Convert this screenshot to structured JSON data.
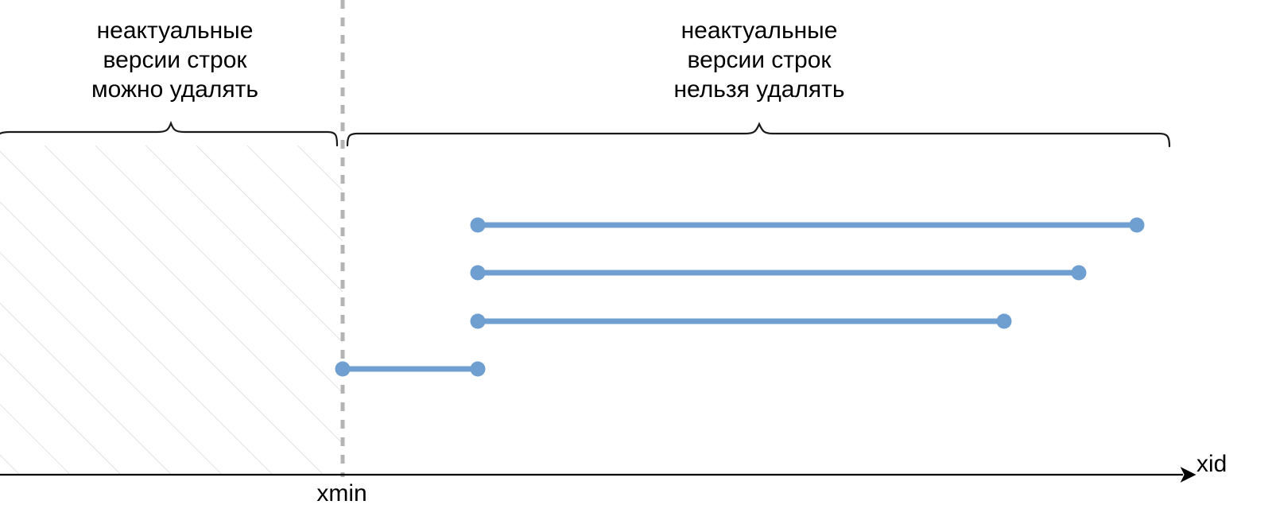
{
  "diagram": {
    "title_left": "неактуальные\nверсии строк\nможно удалять",
    "title_right": "неактуальные\nверсии строк\nнельзя удалять",
    "axis_label": "xid",
    "threshold_label": "xmin",
    "colors": {
      "segment": "#6f9fd1",
      "hatch": "#d4d4d4",
      "threshold_line": "#b3b3b3",
      "axis": "#000000",
      "brace": "#1a1a1a",
      "background": "#ffffff"
    }
  },
  "chart_data": {
    "type": "line",
    "title": "",
    "xlabel": "xid",
    "ylabel": "",
    "threshold": {
      "name": "xmin",
      "x": 431
    },
    "regions": [
      {
        "name": "deletable",
        "label": "неактуальные версии строк можно удалять",
        "x_start": 0,
        "x_end": 431,
        "hatched": true
      },
      {
        "name": "not-deletable",
        "label": "неактуальные версии строк нельзя удалять",
        "x_start": 431,
        "x_end": 1470,
        "hatched": false
      }
    ],
    "series": [
      {
        "name": "row-version-1",
        "x_start": 601,
        "x_end": 1430,
        "y": 283
      },
      {
        "name": "row-version-2",
        "x_start": 601,
        "x_end": 1357,
        "y": 343
      },
      {
        "name": "row-version-3",
        "x_start": 601,
        "x_end": 1263,
        "y": 404
      },
      {
        "name": "row-version-4",
        "x_start": 431,
        "x_end": 601,
        "y": 464
      }
    ],
    "axis": {
      "y": 597,
      "x_start": 0,
      "x_end": 1495,
      "arrow": true
    },
    "grid": false,
    "legend": "none"
  }
}
